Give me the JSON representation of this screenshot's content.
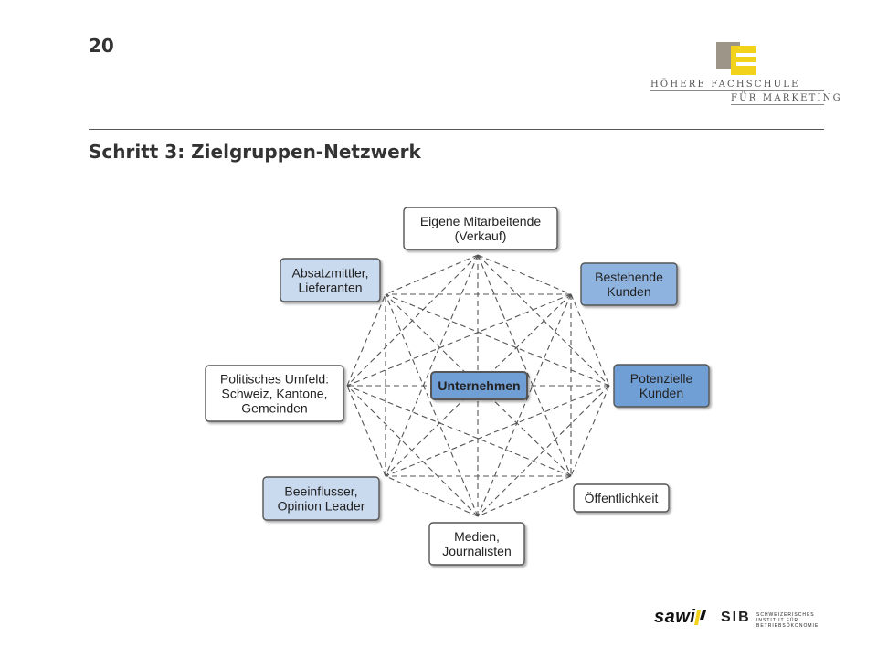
{
  "header": {
    "page_number": "20",
    "title": "Schritt 3: Zielgruppen-Netzwerk",
    "logo_line1": "HÖHERE FACHSCHULE",
    "logo_line2": "FÜR MARKETING"
  },
  "colors": {
    "logo_gray": "#9e9589",
    "logo_yellow": "#f2d21b",
    "box_white": "#ffffff",
    "box_light_blue": "#c9d9ee",
    "box_mid_blue": "#8fb3df",
    "box_center_blue": "#6f9fd6",
    "border": "#555555",
    "connector": "#555555"
  },
  "diagram": {
    "center": {
      "lines": [
        "Unternehmen"
      ],
      "fill": "center"
    },
    "nodes": [
      {
        "id": "eigene-mitarbeitende",
        "lines": [
          "Eigene Mitarbeitende",
          "(Verkauf)"
        ],
        "fill": "white"
      },
      {
        "id": "bestehende-kunden",
        "lines": [
          "Bestehende",
          "Kunden"
        ],
        "fill": "mid"
      },
      {
        "id": "potenzielle-kunden",
        "lines": [
          "Potenzielle",
          "Kunden"
        ],
        "fill": "center"
      },
      {
        "id": "oeffentlichkeit",
        "lines": [
          "Öffentlichkeit"
        ],
        "fill": "white"
      },
      {
        "id": "medien-journalisten",
        "lines": [
          "Medien,",
          "Journalisten"
        ],
        "fill": "white"
      },
      {
        "id": "beeinflusser",
        "lines": [
          "Beeinflusser,",
          "Opinion Leader"
        ],
        "fill": "light"
      },
      {
        "id": "politisches-umfeld",
        "lines": [
          "Politisches Umfeld:",
          "Schweiz, Kantone,",
          "Gemeinden"
        ],
        "fill": "white"
      },
      {
        "id": "absatzmittler",
        "lines": [
          "Absatzmittler,",
          "Lieferanten"
        ],
        "fill": "light"
      }
    ]
  },
  "footer": {
    "sawi": "sawi",
    "sib": "SIB",
    "sib_lines": [
      "SCHWEIZERISCHES",
      "INSTITUT FÜR",
      "BETRIEBSÖKONOMIE"
    ]
  }
}
